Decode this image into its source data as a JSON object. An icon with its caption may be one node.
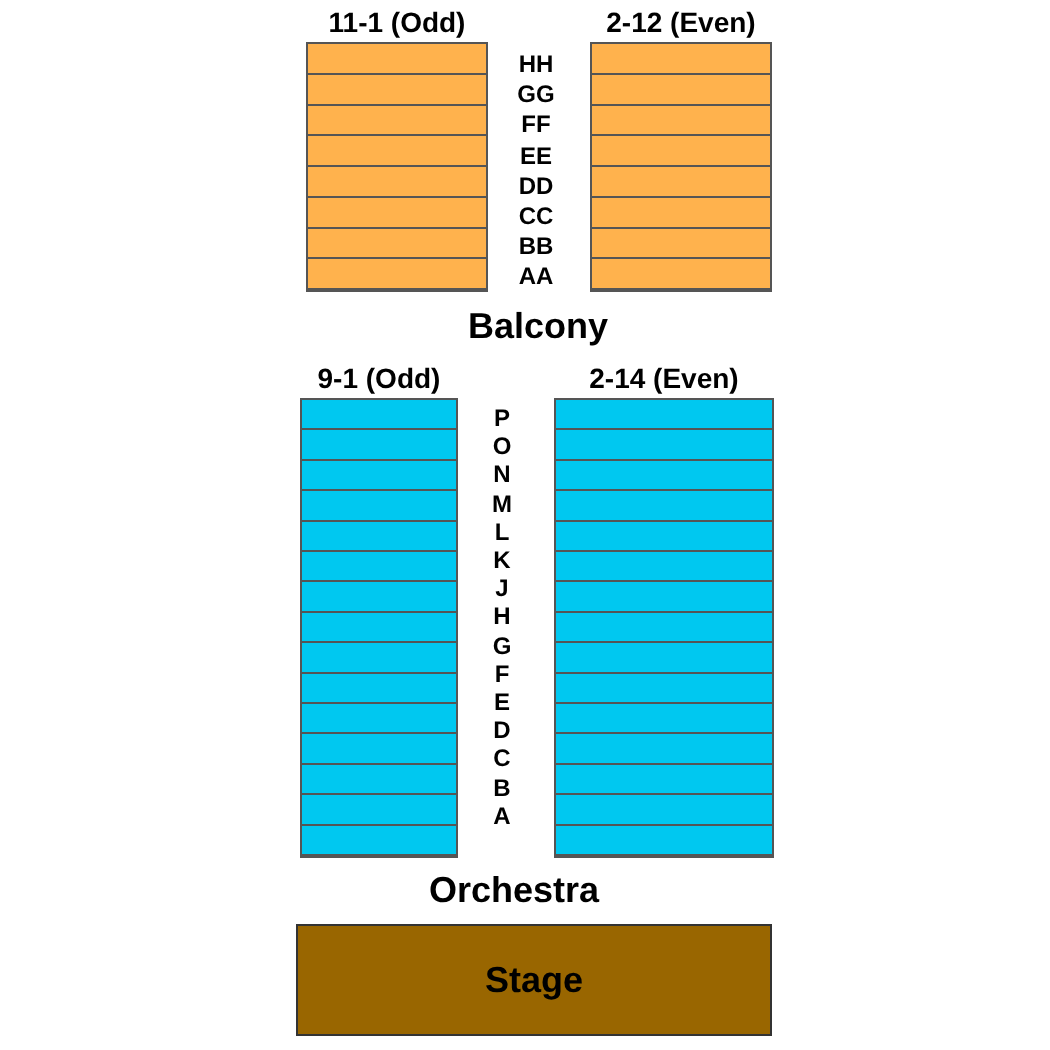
{
  "diagram": {
    "nodes": [
      {
        "text": [
          "11-1 (Odd)"
        ]
      },
      {
        "text": [
          "2-12 (Even)"
        ]
      },
      {
        "text": [
          "9-1 (Odd)"
        ]
      },
      {
        "text": [
          "2-14 (Even)"
        ]
      },
      {
        "text": [
          "Stage"
        ]
      }
    ],
    "edges": [],
    "labels": [
      "HH",
      "GG",
      "FF",
      "EE",
      "DD",
      "CC",
      "BB",
      "AA",
      "Balcony",
      "P",
      "O",
      "N",
      "M",
      "L",
      "K",
      "J",
      "H",
      "G",
      "F",
      "E",
      "D",
      "C",
      "B",
      "A",
      "Orchestra"
    ]
  }
}
